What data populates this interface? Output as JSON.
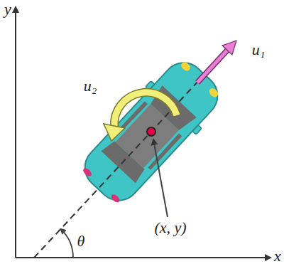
{
  "diagram": {
    "labels": [
      "y",
      "x",
      "u₁",
      "u₂",
      "(x, y)",
      "θ"
    ]
  }
}
